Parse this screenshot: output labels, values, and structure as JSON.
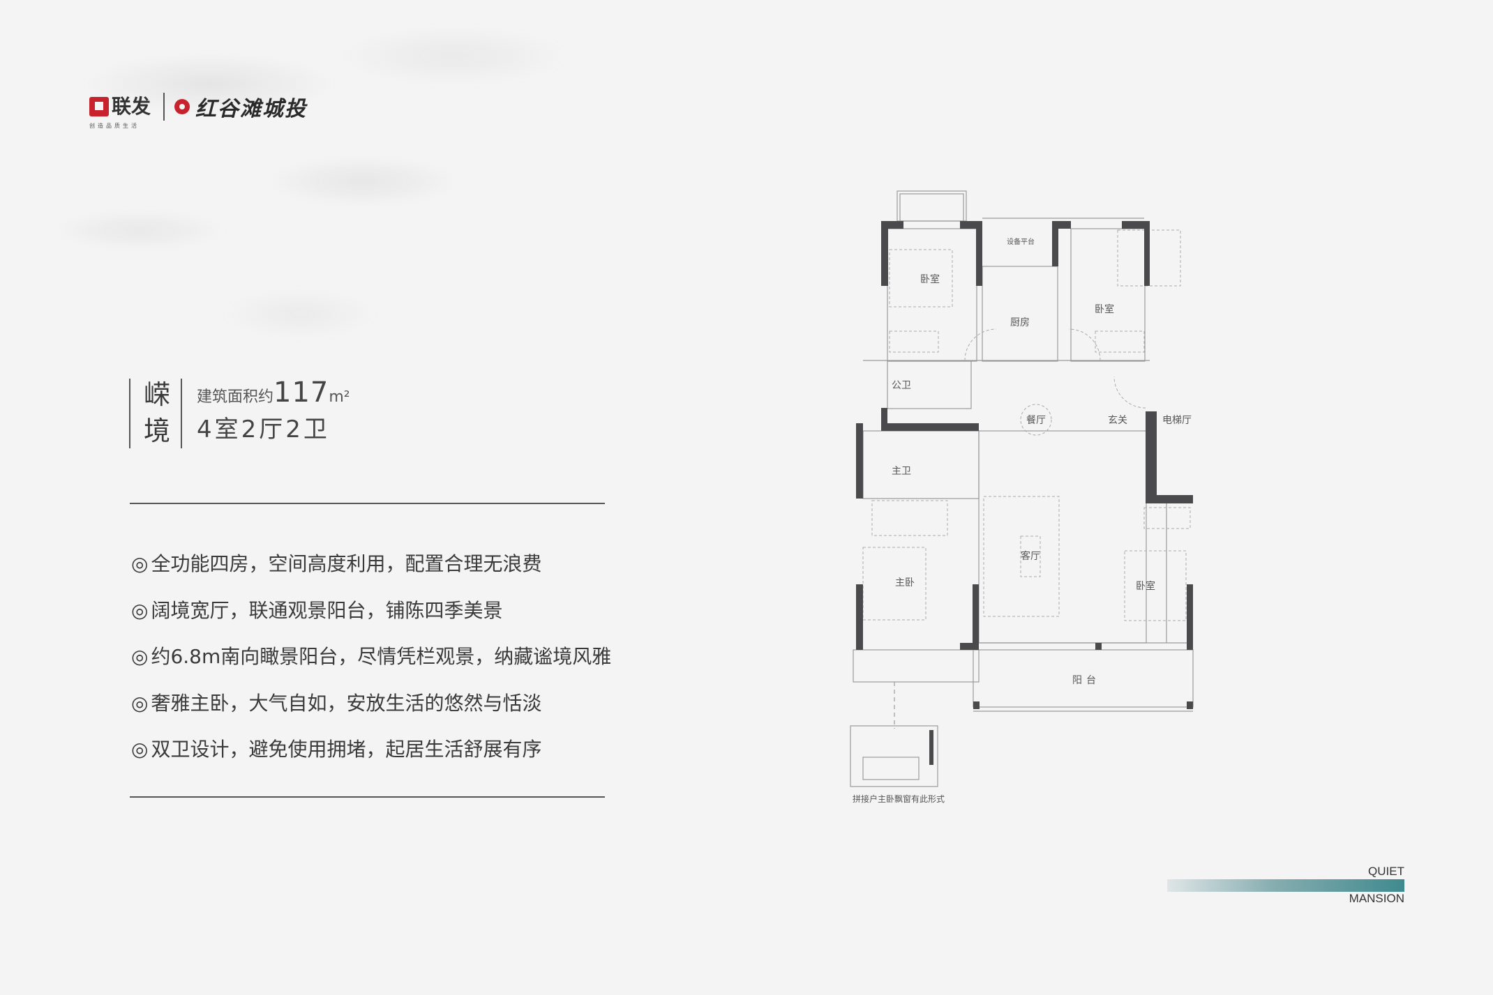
{
  "logo": {
    "brand1": "联发",
    "brand1_tagline": "创造品质生活",
    "brand2": "红谷滩城投"
  },
  "unit": {
    "name_chars": [
      "嵘",
      "境"
    ],
    "area_label": "建筑面积约",
    "area_value": "117",
    "area_unit": "m²",
    "layout": "4室2厅2卫"
  },
  "features": {
    "marker": "◎",
    "items": [
      "全功能四房，空间高度利用，配置合理无浪费",
      "阔境宽厅，联通观景阳台，铺陈四季美景",
      "约6.8m南向瞰景阳台，尽情凭栏观景，纳藏谧境风雅",
      "奢雅主卧，大气自如，安放生活的悠然与恬淡",
      "双卫设计，避免使用拥堵，起居生活舒展有序"
    ]
  },
  "floorplan": {
    "rooms": {
      "bedroom_nw": "卧室",
      "kitchen": "厨房",
      "bedroom_ne": "卧室",
      "equipment_platform": "设备平台",
      "public_bath": "公卫",
      "dining": "餐厅",
      "foyer": "玄关",
      "elevator_hall": "电梯厅",
      "master_bath": "主卫",
      "master_bedroom": "主卧",
      "living": "客厅",
      "bedroom_se": "卧室",
      "balcony": "阳台"
    },
    "inset_caption": "拼接户主卧飘窗有此形式"
  },
  "brand_mark": {
    "line1": "QUIET",
    "line2": "MANSION",
    "colors": {
      "start": "#dfe6e7",
      "end": "#3f8a8e"
    }
  }
}
